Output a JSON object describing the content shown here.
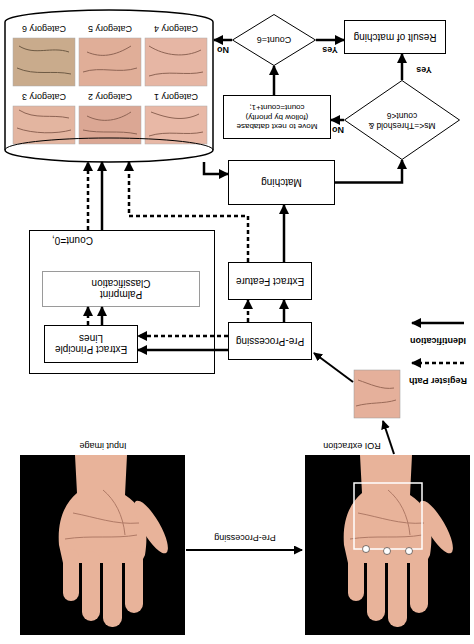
{
  "diagram": {
    "nodes": [
      {
        "text": [
          "Count=0,"
        ]
      },
      {
        "text": [
          "Extract Principle Lines"
        ],
        "in": 0
      },
      {
        "text": [
          "Palmprint Classification"
        ],
        "in": 0
      },
      {
        "text": [
          "Pre-Processing"
        ]
      },
      {
        "text": [
          "Extract Feature"
        ]
      },
      {
        "text": [
          "Matching"
        ]
      },
      {
        "text": [
          "Ms<=Threshold & count<6"
        ]
      },
      {
        "text": [
          "Move to next database (follow by priority) count=count+1;"
        ]
      },
      {
        "text": []
      },
      {
        "text": [
          "Category 1"
        ],
        "in": 8
      },
      {
        "text": [
          "Category 2"
        ],
        "in": 8
      },
      {
        "text": [
          "Category 3"
        ],
        "in": 8
      },
      {
        "text": [
          "Category 4"
        ],
        "in": 8
      },
      {
        "text": [
          "Category 5"
        ],
        "in": 8
      },
      {
        "text": [
          "Category 6"
        ],
        "in": 8
      },
      {
        "text": [
          "Count=6"
        ]
      },
      {
        "text": [
          "Result of matching"
        ]
      }
    ],
    "edges": [
      {
        "from": 3,
        "to": 1,
        "arrow": "to"
      },
      {
        "from": 3,
        "to": 1,
        "arrow": "to"
      },
      {
        "from": 1,
        "to": 2,
        "arrow": "to"
      },
      {
        "from": 1,
        "to": 2,
        "arrow": "to"
      },
      {
        "from": 0,
        "to": 8,
        "arrow": "to"
      },
      {
        "from": 0,
        "to": 8,
        "arrow": "to"
      },
      {
        "from": 3,
        "to": 4,
        "arrow": "to"
      },
      {
        "from": 3,
        "to": 4,
        "arrow": "to"
      },
      {
        "from": 4,
        "to": 5,
        "arrow": "to"
      },
      {
        "from": 4,
        "to": 8,
        "arrow": "to"
      },
      {
        "from": 8,
        "to": 5,
        "arrow": "to"
      },
      {
        "from": 5,
        "to": 6,
        "arrow": "to"
      },
      {
        "from": 6,
        "to": 7,
        "label": "No",
        "arrow": "to"
      },
      {
        "from": 6,
        "to": 16,
        "label": "Yes",
        "arrow": "to"
      },
      {
        "from": 7,
        "to": 15,
        "arrow": "to"
      },
      {
        "from": 15,
        "to": 8,
        "label": "No",
        "arrow": "to"
      },
      {
        "from": 15,
        "to": 16,
        "label": "Yes",
        "arrow": "to"
      }
    ],
    "labels": [
      "Pre-Processing",
      "ROI extraction",
      "Input image"
    ],
    "legend": [
      {
        "text": "Register Path"
      },
      {
        "text": "Identification"
      }
    ]
  }
}
